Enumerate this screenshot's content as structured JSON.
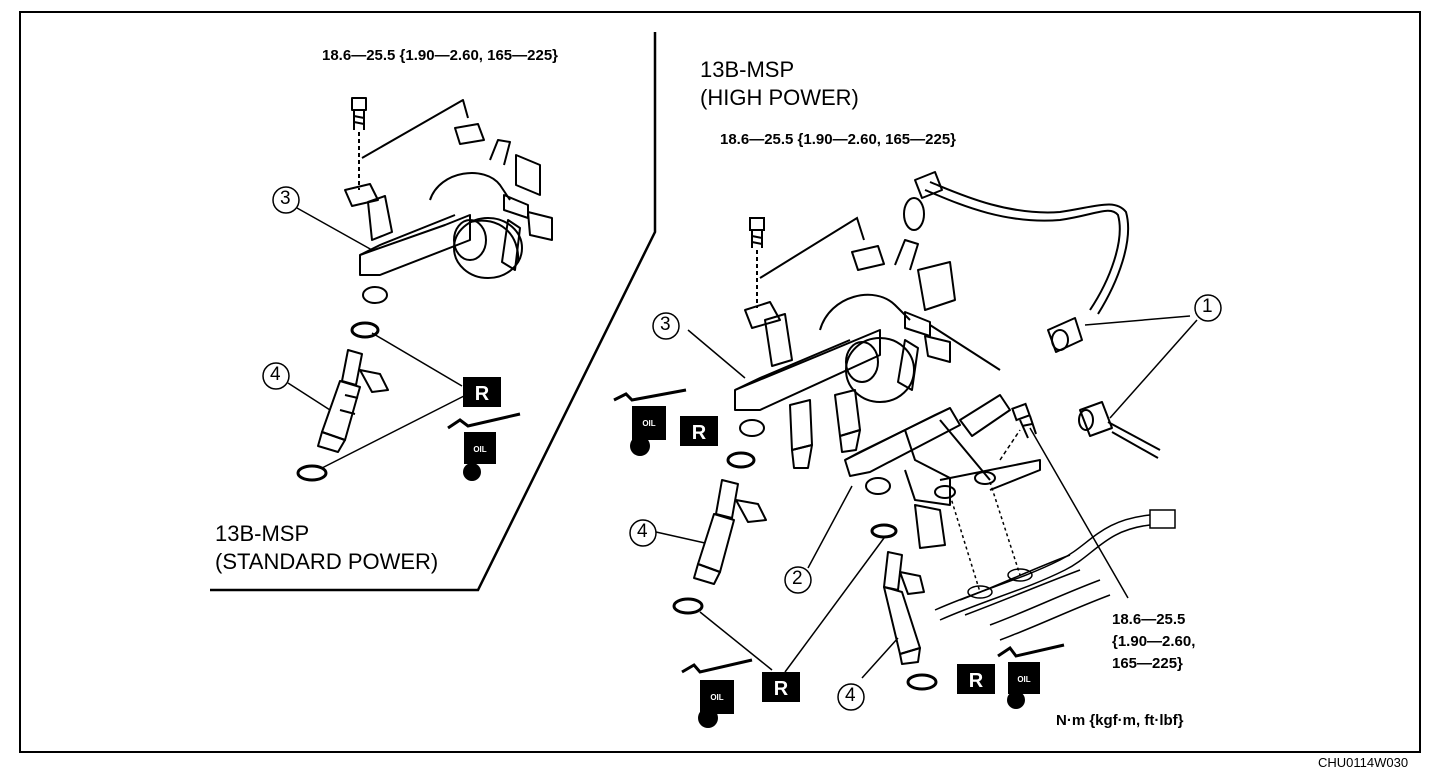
{
  "diagram": {
    "torque_std": "18.6—25.5 {1.90—2.60, 165—225}",
    "torque_high_top": "18.6—25.5 {1.90—2.60, 165—225}",
    "torque_high_side": [
      "18.6—25.5",
      "{1.90—2.60,",
      "165—225}"
    ],
    "variant_high": [
      "13B-MSP",
      "(HIGH POWER)"
    ],
    "variant_std": [
      "13B-MSP",
      "(STANDARD POWER)"
    ],
    "unit_note": "N·m {kgf·m, ft·lbf}",
    "figure_code": "CHU0114W030",
    "callouts": {
      "one": "1",
      "two": "2",
      "three": "3",
      "four": "4"
    },
    "replace_mark": "R",
    "oil_mark": "OIL"
  }
}
